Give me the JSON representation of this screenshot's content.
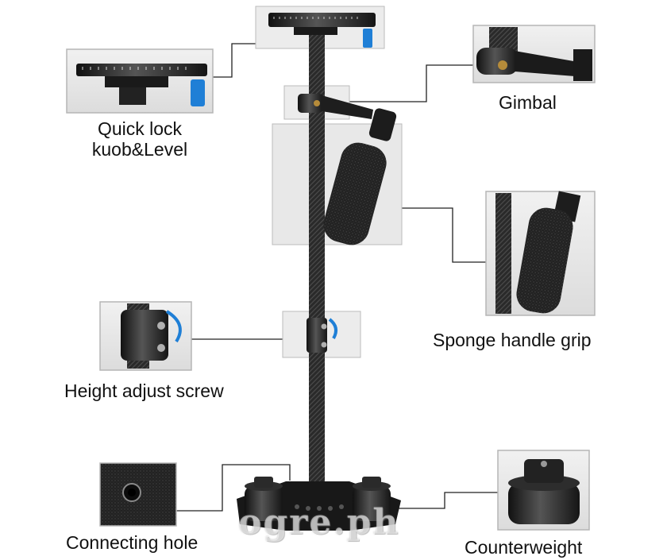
{
  "labels": {
    "quick_lock_line1": "Quick lock",
    "quick_lock_line2": "kuob&Level",
    "gimbal": "Gimbal",
    "sponge_grip": "Sponge handle grip",
    "height_screw": "Height adjust screw",
    "connecting_hole": "Connecting hole",
    "counterweight": "Counterweight"
  },
  "watermark": "ogre.ph",
  "colors": {
    "background": "#ffffff",
    "carbon": "#2b2b2b",
    "knob_blue": "#1f7fd6",
    "inset_border": "#b5b5b5",
    "leader_line": "#222222",
    "highlight_box": "#e9e9e9"
  }
}
